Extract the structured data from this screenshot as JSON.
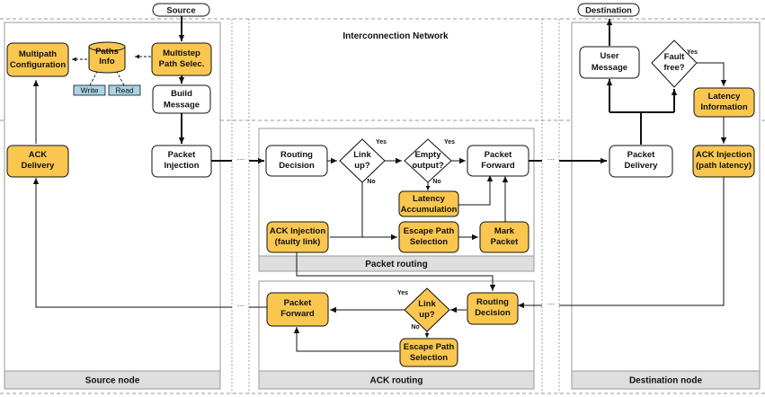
{
  "nodes": {
    "source": "Source",
    "destination": "Destination",
    "multipath_config": [
      "Multipath",
      "Configuration"
    ],
    "paths_info": [
      "Paths",
      "Info"
    ],
    "multistep": [
      "Multistep",
      "Path Selec."
    ],
    "write": "Write",
    "read": "Read",
    "build_message": [
      "Build",
      "Message"
    ],
    "ack_delivery": [
      "ACK",
      "Delivery"
    ],
    "packet_injection": [
      "Packet",
      "Injection"
    ],
    "routing_decision": [
      "Routing",
      "Decision"
    ],
    "link_up": [
      "Link",
      "up?"
    ],
    "empty_output": [
      "Empty",
      "output?"
    ],
    "packet_forward": [
      "Packet",
      "Forward"
    ],
    "latency_accumulation": [
      "Latency",
      "Accumulation"
    ],
    "ack_injection_faulty": [
      "ACK Injection",
      "(faulty link)"
    ],
    "escape_path": [
      "Escape Path",
      "Selection"
    ],
    "mark_packet": [
      "Mark",
      "Packet"
    ],
    "user_message": [
      "User",
      "Message"
    ],
    "fault_free": [
      "Fault",
      "free?"
    ],
    "latency_information": [
      "Latency",
      "Information"
    ],
    "packet_delivery": [
      "Packet",
      "Delivery"
    ],
    "ack_injection_latency": [
      "ACK Injection",
      "(path latency)"
    ],
    "ack_routing_decision": [
      "Routing",
      "Decision"
    ],
    "ack_link_up": [
      "Link",
      "up?"
    ],
    "ack_packet_forward": [
      "Packet",
      "Forward"
    ],
    "ack_escape_path": [
      "Escape Path",
      "Selection"
    ]
  },
  "labels": {
    "yes": "Yes",
    "no": "No",
    "ellipsis": "···",
    "interconnection_network": "Interconnection Network",
    "source_node": "Source node",
    "packet_routing": "Packet routing",
    "ack_routing": "ACK routing",
    "destination_node": "Destination node"
  },
  "colors": {
    "highlight": "#f9c74f",
    "storage_tag": "#a8d4e6",
    "panel_footer": "#dedede"
  }
}
